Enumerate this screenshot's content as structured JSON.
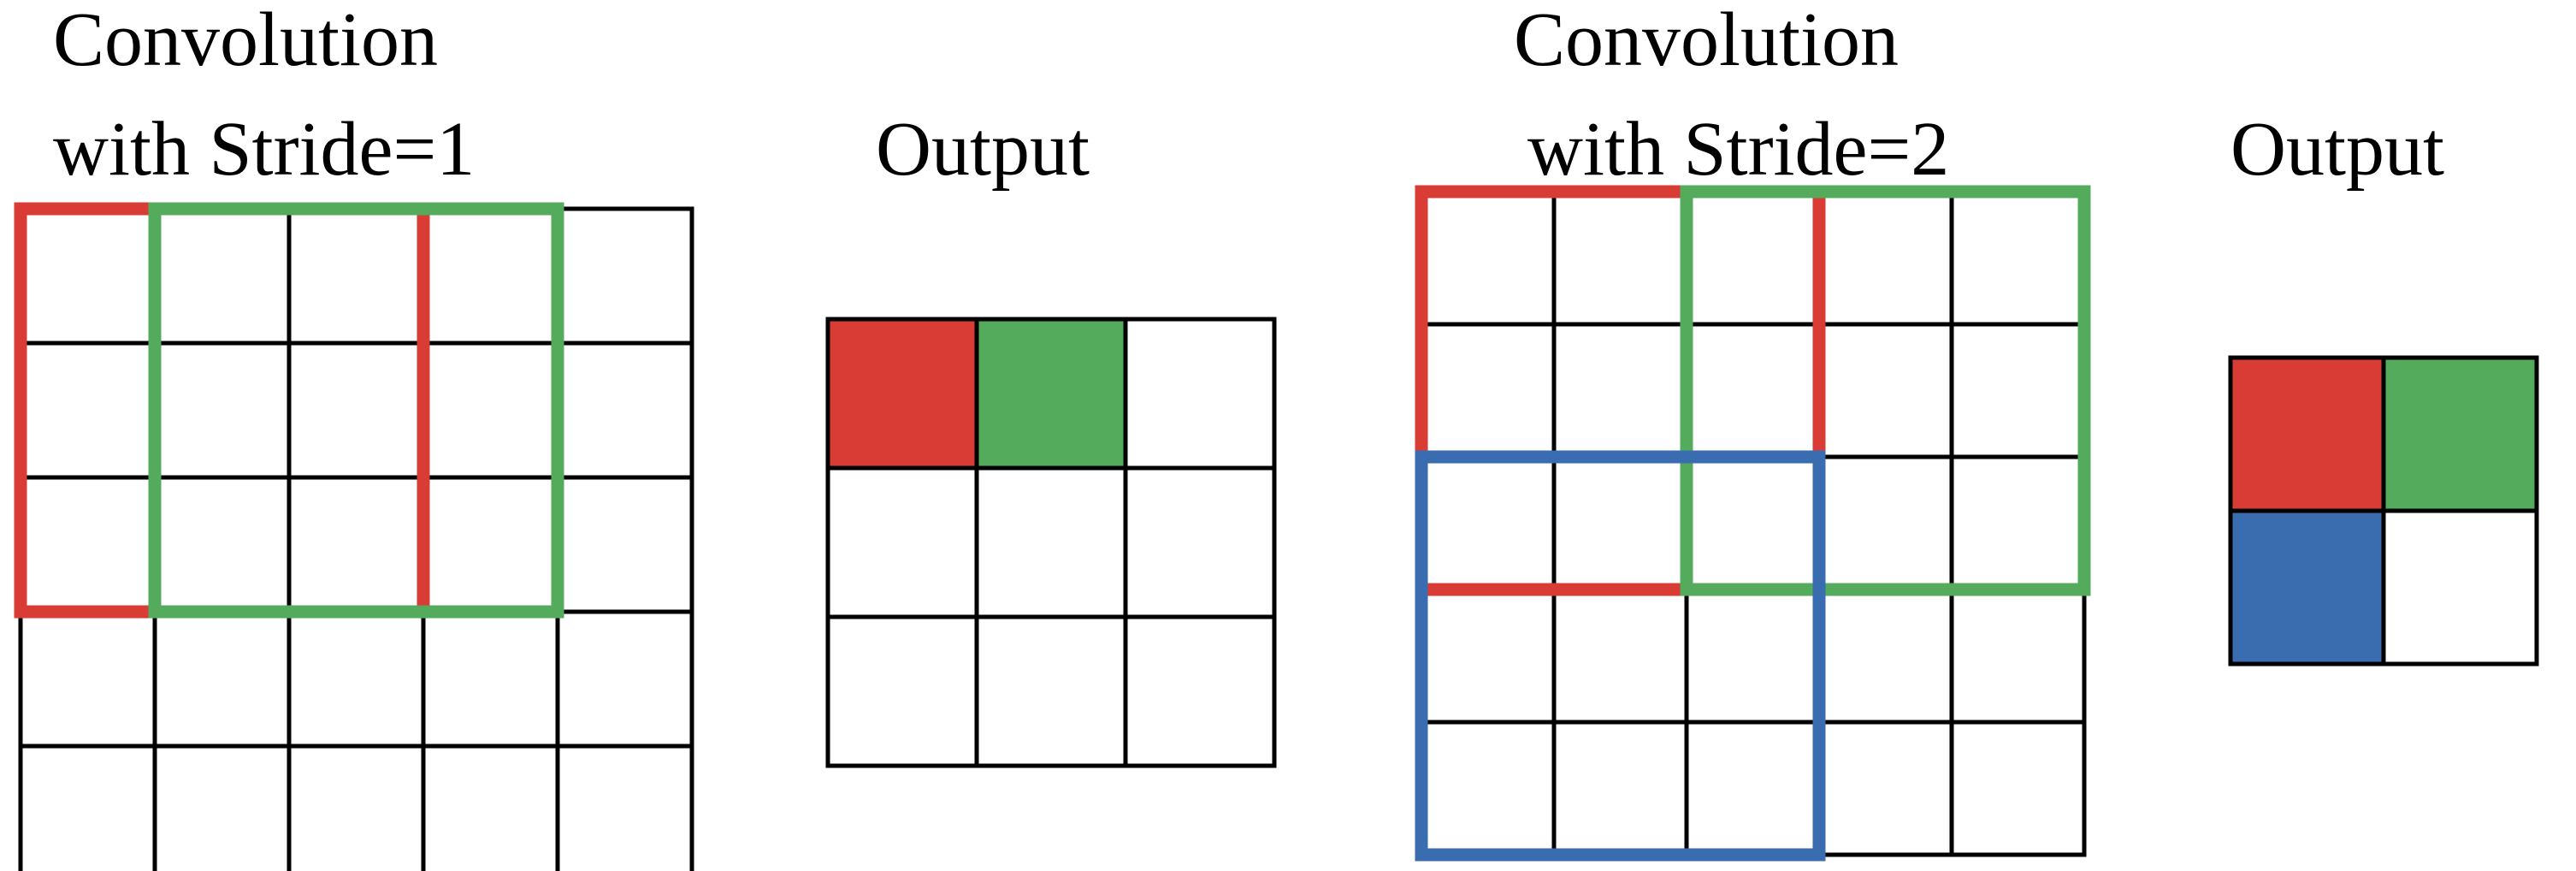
{
  "panels": [
    {
      "title_line1": "Convolution",
      "title_line2": "with Stride=1",
      "input_grid": {
        "rows": 5,
        "cols": 5
      },
      "kernel_size": 3,
      "stride": 1,
      "windows": [
        {
          "color": "red",
          "row": 0,
          "col": 0
        },
        {
          "color": "green",
          "row": 0,
          "col": 1
        }
      ],
      "output_label": "Output",
      "output_grid": {
        "rows": 3,
        "cols": 3
      },
      "output_filled": [
        {
          "color": "red",
          "row": 0,
          "col": 0
        },
        {
          "color": "green",
          "row": 0,
          "col": 1
        }
      ]
    },
    {
      "title_line1": "Convolution",
      "title_line2": "with Stride=2",
      "input_grid": {
        "rows": 5,
        "cols": 5
      },
      "kernel_size": 3,
      "stride": 2,
      "windows": [
        {
          "color": "red",
          "row": 0,
          "col": 0
        },
        {
          "color": "green",
          "row": 0,
          "col": 2
        },
        {
          "color": "blue",
          "row": 2,
          "col": 0
        }
      ],
      "output_label": "Output",
      "output_grid": {
        "rows": 2,
        "cols": 2
      },
      "output_filled": [
        {
          "color": "red",
          "row": 0,
          "col": 0
        },
        {
          "color": "green",
          "row": 0,
          "col": 1
        },
        {
          "color": "blue",
          "row": 1,
          "col": 0
        }
      ]
    }
  ],
  "colors": {
    "red": "#d93b35",
    "green": "#55ab5c",
    "blue": "#3a6cb0",
    "grid": "#000000"
  }
}
